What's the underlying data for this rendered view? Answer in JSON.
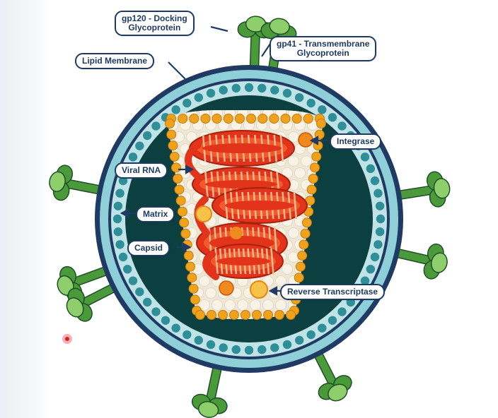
{
  "labels": {
    "gp120_line1": "gp120 - Docking",
    "gp120_line2": "Glycoprotein",
    "gp41_line1": "gp41 - Transmembrane",
    "gp41_line2": "Glycoprotein",
    "lipid_membrane": "Lipid Membrane",
    "integrase": "Integrase",
    "viral_rna": "Viral RNA",
    "matrix": "Matrix",
    "capsid": "Capsid",
    "reverse_transcriptase": "Reverse Transcriptase"
  },
  "icons": {
    "spike": "glycoprotein-spike-icon",
    "pointer": "cursor-dot-icon"
  },
  "colors": {
    "outline": "#1f3b63",
    "membrane_dots": "#2f8f98",
    "interior": "#0c3f3f",
    "capsid_orange": "#f0a21c",
    "capsid_fill": "#efe7d6",
    "rna_red": "#e2331b",
    "spike_green": "#4a9a3a",
    "spike_light": "#8fcf6b",
    "pointer_red": "#d61f2b"
  }
}
